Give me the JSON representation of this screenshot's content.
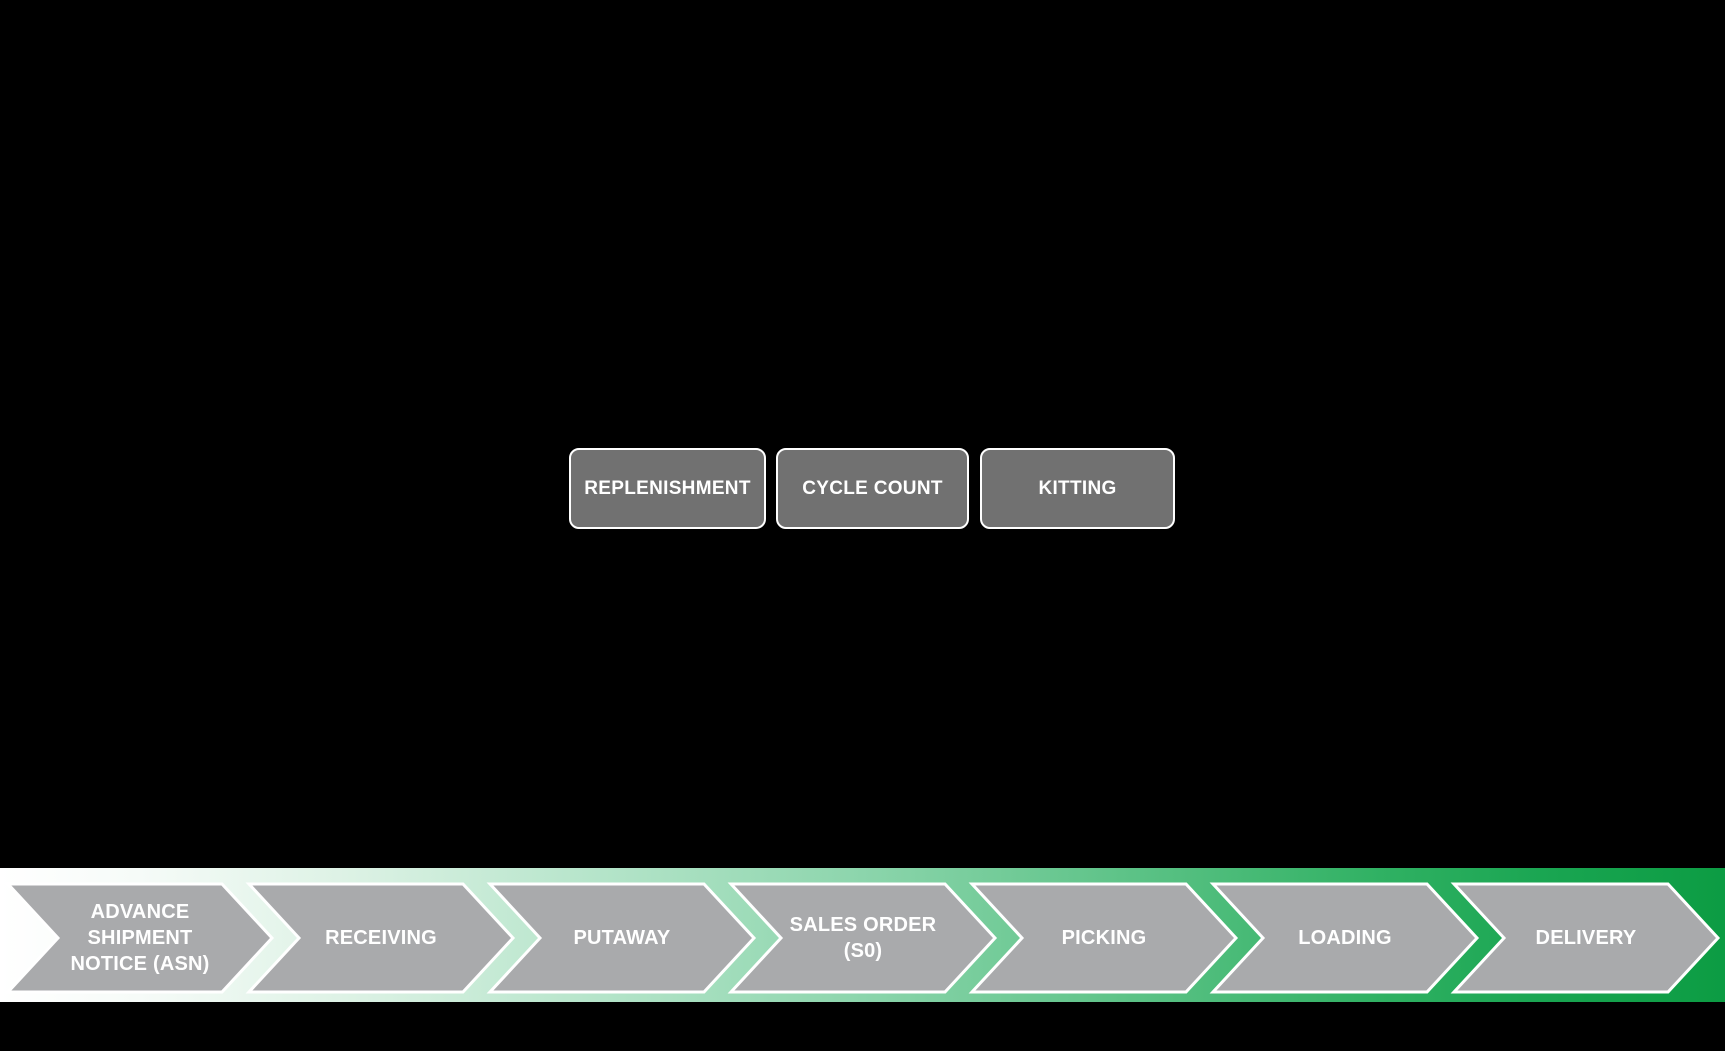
{
  "slide": {
    "background_color": "#000000"
  },
  "support_boxes": {
    "fill_color": "#717171",
    "border_color": "#ffffff",
    "text_color": "#ffffff",
    "items": [
      {
        "label": "REPLENISHMENT"
      },
      {
        "label": "CYCLE COUNT"
      },
      {
        "label": "KITTING"
      }
    ]
  },
  "process_flow": {
    "chevron_fill_color": "#a9aaac",
    "chevron_border_color": "#ffffff",
    "text_color": "#ffffff",
    "gradient_start_color": "#ffffff",
    "gradient_end_color": "#0c9c43",
    "steps": [
      {
        "label": "ADVANCE SHIPMENT NOTICE (ASN)"
      },
      {
        "label": "RECEIVING"
      },
      {
        "label": "PUTAWAY"
      },
      {
        "label": "SALES ORDER (S0)"
      },
      {
        "label": "PICKING"
      },
      {
        "label": "LOADING"
      },
      {
        "label": "DELIVERY"
      }
    ]
  }
}
